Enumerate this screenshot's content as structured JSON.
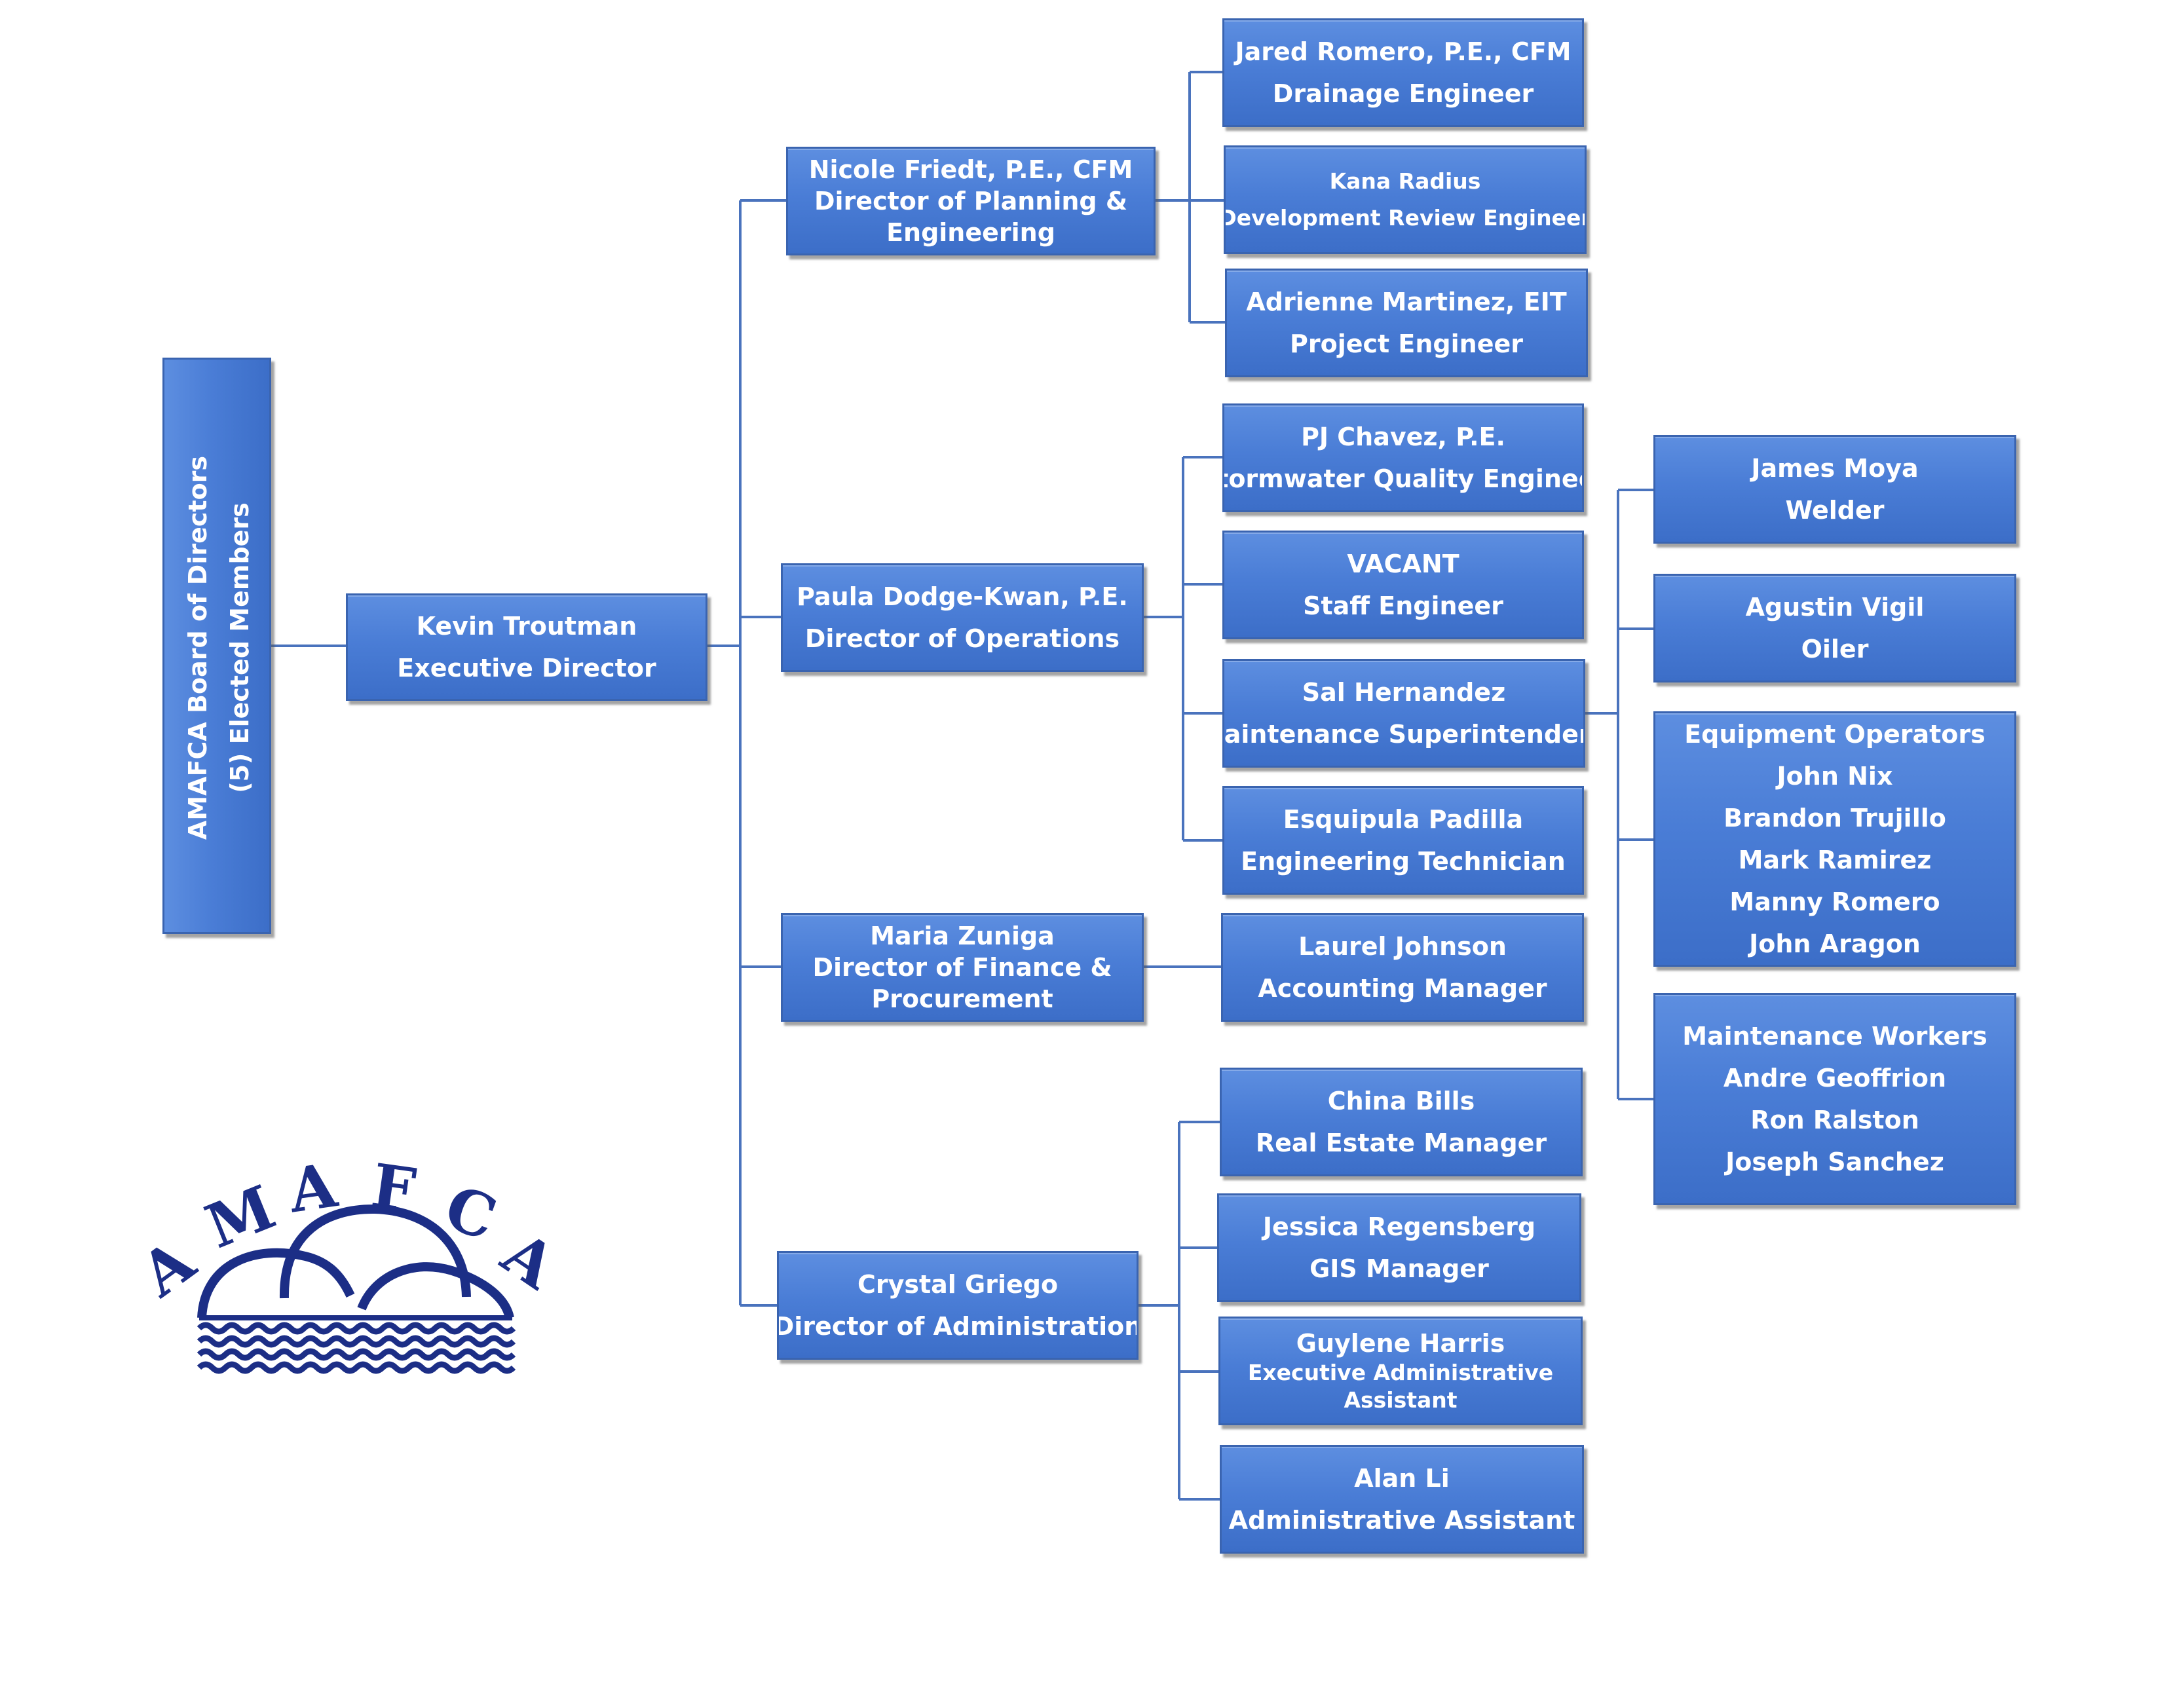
{
  "board": {
    "line1": "AMAFCA Board of Directors",
    "line2": "(5) Elected Members"
  },
  "executive": {
    "name": "Kevin Troutman",
    "title": "Executive Director"
  },
  "directors": {
    "planning": {
      "name": "Nicole Friedt, P.E., CFM",
      "title1": "Director of Planning &",
      "title2": "Engineering"
    },
    "operations": {
      "name": "Paula Dodge-Kwan, P.E.",
      "title": "Director of Operations"
    },
    "finance": {
      "name": "Maria Zuniga",
      "title1": "Director of Finance &",
      "title2": "Procurement"
    },
    "administration": {
      "name": "Crystal Griego",
      "title": "Director of Administration"
    }
  },
  "planning_staff": [
    {
      "name": "Jared Romero, P.E., CFM",
      "title": "Drainage Engineer"
    },
    {
      "name": "Kana Radius",
      "title": "Development Review Engineer"
    },
    {
      "name": "Adrienne Martinez, EIT",
      "title": "Project Engineer"
    }
  ],
  "operations_staff": [
    {
      "name": "PJ Chavez, P.E.",
      "title": "Stormwater Quality Engineer"
    },
    {
      "name": "VACANT",
      "title": "Staff Engineer"
    },
    {
      "name": "Sal Hernandez",
      "title": "Maintenance Superintendent"
    },
    {
      "name": "Esquipula Padilla",
      "title": "Engineering Technician"
    }
  ],
  "finance_staff": [
    {
      "name": "Laurel Johnson",
      "title": "Accounting Manager"
    }
  ],
  "admin_staff": [
    {
      "name": "China Bills",
      "title": "Real Estate Manager"
    },
    {
      "name": "Jessica Regensberg",
      "title": "GIS Manager"
    },
    {
      "name": "Guylene Harris",
      "title1": "Executive Administrative",
      "title2": "Assistant"
    },
    {
      "name": "Alan Li",
      "title": "Administrative Assistant"
    }
  ],
  "maintenance_staff": {
    "welder": {
      "name": "James Moya",
      "title": "Welder"
    },
    "oiler": {
      "name": "Agustin Vigil",
      "title": "Oiler"
    },
    "equipment_operators": {
      "heading": "Equipment Operators",
      "members": [
        "John Nix",
        "Brandon Trujillo",
        "Mark Ramirez",
        "Manny Romero",
        "John Aragon"
      ]
    },
    "maintenance_workers": {
      "heading": "Maintenance Workers",
      "members": [
        "Andre Geoffrion",
        "Ron Ralston",
        "Joseph Sanchez"
      ]
    }
  },
  "logo": {
    "letters": [
      "A",
      "M",
      "A",
      "F",
      "C",
      "A"
    ]
  },
  "colors": {
    "box_fill": "#4a7dd6",
    "box_border": "#3a64b0",
    "connector": "#4a73bd",
    "logo": "#1c2e86",
    "text": "#ffffff"
  }
}
